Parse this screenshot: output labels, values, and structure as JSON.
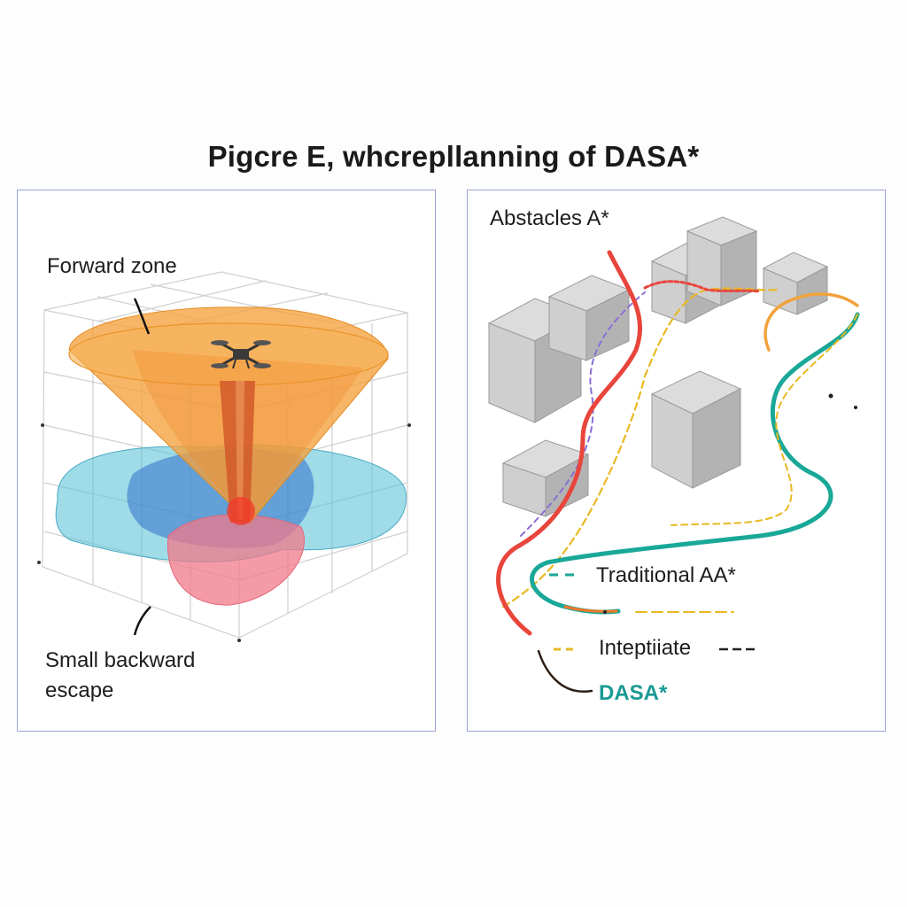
{
  "figure": {
    "title": "Pigcre E, whcrepllanning of DASA*"
  },
  "left_panel": {
    "forward_label": "Forward zone",
    "backward_label_line1": "Small backward",
    "backward_label_line2": "escape"
  },
  "right_panel": {
    "obstacles_label": "Abstacles A*",
    "legend": [
      {
        "label": "Traditional AA*",
        "color": "#e8453c"
      },
      {
        "label": "Inteptiiate",
        "color": "#e8b923"
      },
      {
        "label": "DASA*",
        "color": "#19a898"
      }
    ]
  },
  "colors": {
    "forward_cone": "#f5a23c",
    "backward_lobe": "#5fc4d9",
    "escape_lobe": "#f27a8a",
    "obstacle": "#c9c9c9",
    "panel_border": "#9aa3d6"
  }
}
